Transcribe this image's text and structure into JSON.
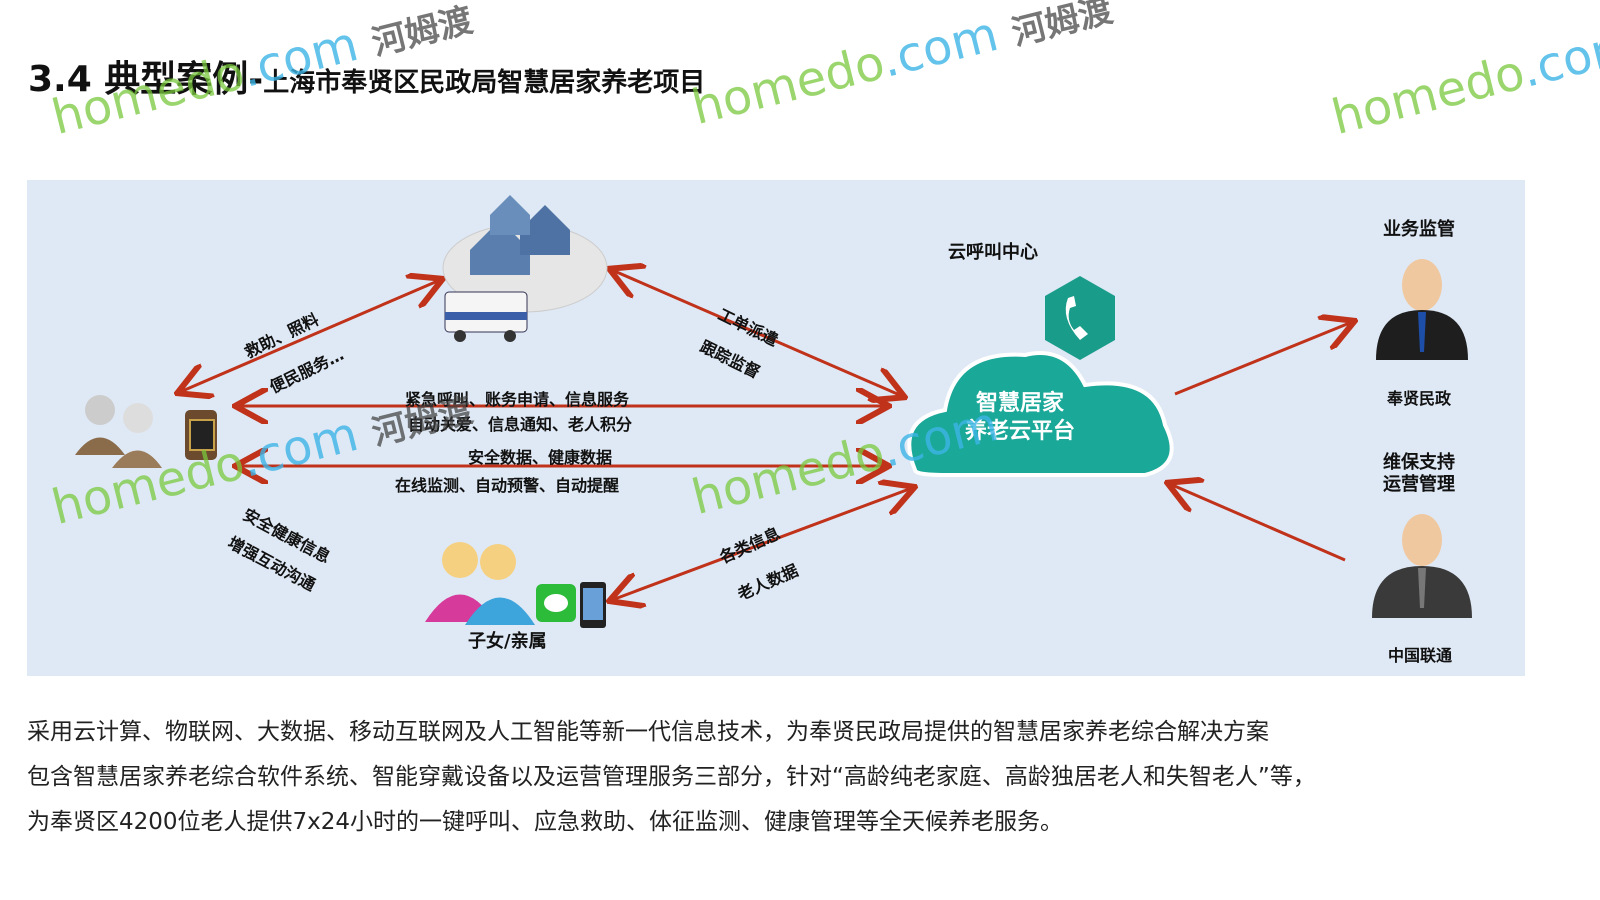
{
  "title": {
    "main": "3.4 典型案例-",
    "sub": "上海市奉贤区民政局智慧居家养老项目"
  },
  "diagram": {
    "call_center": "云呼叫中心",
    "cloud": [
      "智慧居家",
      "养老云平台"
    ],
    "supervision": "业务监管",
    "fengxian": "奉贤民政",
    "maintenance": [
      "维保支持",
      "运营管理"
    ],
    "unicom": "中国联通",
    "family": "子女/亲属",
    "edge_labels": {
      "rescue": "救助、照料",
      "convenience": "便民服务…",
      "dispatch": "工单派遣",
      "tracking": "跟踪监督",
      "line1a": "紧急呼叫、账务申请、信息服务",
      "line1b": "自动关爱、信息通知、老人积分",
      "line2a": "安全数据、健康数据",
      "line2b": "在线监测、自动预警、自动提醒",
      "health_info": "安全健康信息",
      "interaction": "增强互动沟通",
      "various_info": "各类信息",
      "elder_data": "老人数据"
    }
  },
  "description": [
    "采用云计算、物联网、大数据、移动互联网及人工智能等新一代信息技术，为奉贤民政局提供的智慧居家养老综合解决方案",
    "包含智慧居家养老综合软件系统、智能穿戴设备以及运营管理服务三部分，针对“高龄纯老家庭、高龄独居老人和失智老人”等，",
    "为奉贤区4200位老人提供7x24小时的一键呼叫、应急救助、体征监测、健康管理等全天候养老服务。"
  ],
  "watermark": {
    "brand": "homedo",
    "dot": ".com",
    "cn": "河姆渡"
  },
  "colors": {
    "arrow": "#c0321a",
    "cloud": "#1aa898",
    "panel": "#dfe9f5"
  }
}
